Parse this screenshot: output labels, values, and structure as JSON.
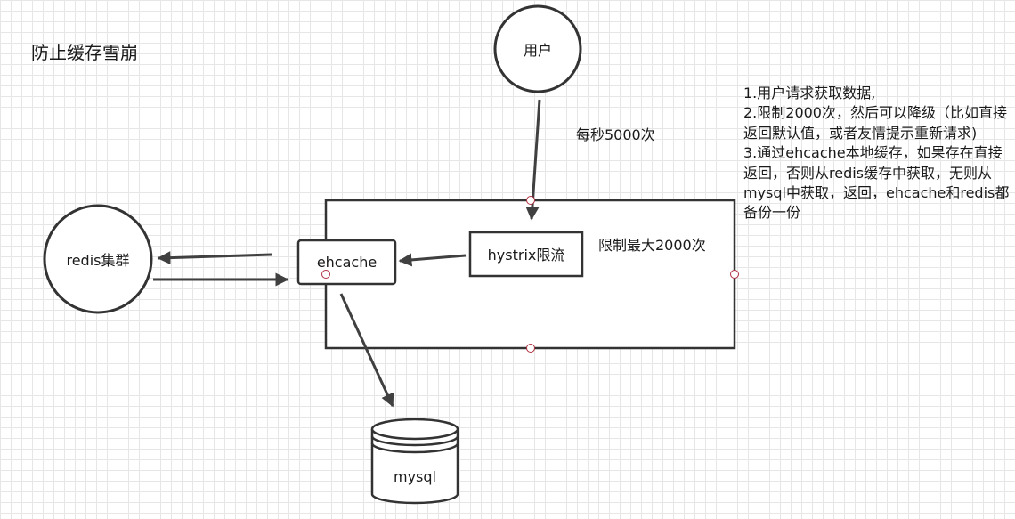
{
  "title": "防止缓存雪崩",
  "nodes": {
    "user": "用户",
    "redis": "redis集群",
    "ehcache": "ehcache",
    "hystrix": "hystrix限流",
    "mysql": "mysql"
  },
  "labels": {
    "rate": "每秒5000次",
    "limit": "限制最大2000次"
  },
  "notes": [
    "1.用户请求获取数据,",
    "2.限制2000次，然后可以降级（比如直接返回默认值，或者友情提示重新请求)",
    "3.通过ehcache本地缓存，如果存在直接返回，否则从redis缓存中获取，无则从mysql中获取，返回，ehcache和redis都备份一份"
  ],
  "colors": {
    "stroke": "#333333",
    "arrow": "#404040",
    "connector": "#b03040",
    "background": "#ffffff",
    "grid": "#e6e6e6"
  }
}
